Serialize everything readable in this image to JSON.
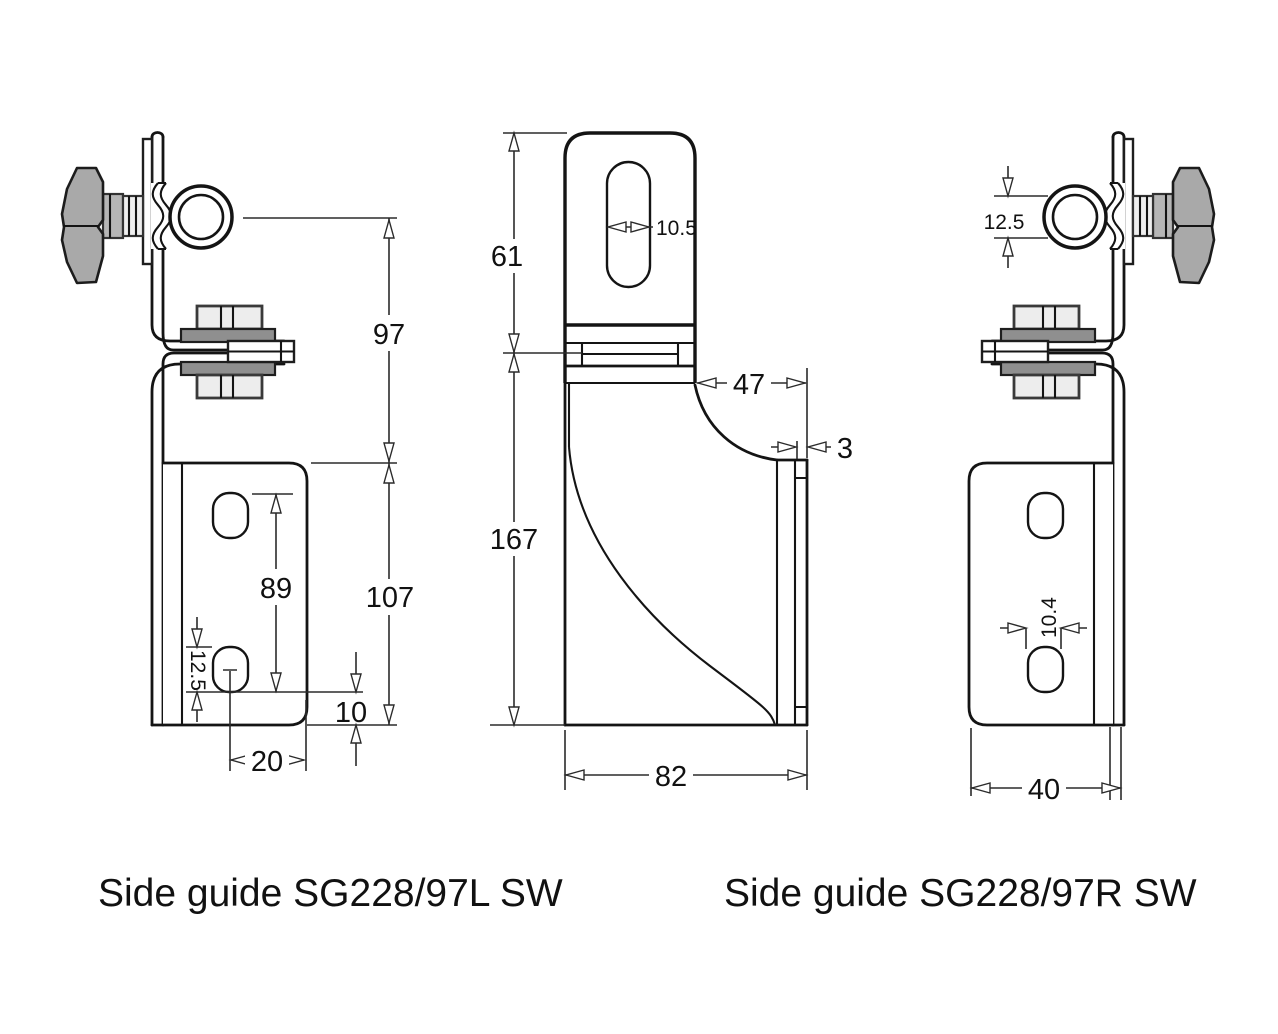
{
  "titles": {
    "left": "Side guide SG228/97L SW",
    "right": "Side guide SG228/97R SW"
  },
  "left_view": {
    "ring_height": "97",
    "plate_height": "107",
    "hole_spacing": "89",
    "hole_length": "12.5",
    "bottom_offset": "10",
    "hole_edge_distance": "20"
  },
  "front_view": {
    "tab_height": "61",
    "slot_width": "10.5",
    "top_width": "47",
    "guide_thickness": "3",
    "body_height": "167",
    "body_width": "82"
  },
  "right_view": {
    "ring_offset": "12.5",
    "hole_width": "10.4",
    "plate_width": "40"
  },
  "colors": {
    "line": "#1a1a1a",
    "knob_gray": "#a9a9a9",
    "background": "#ffffff"
  }
}
